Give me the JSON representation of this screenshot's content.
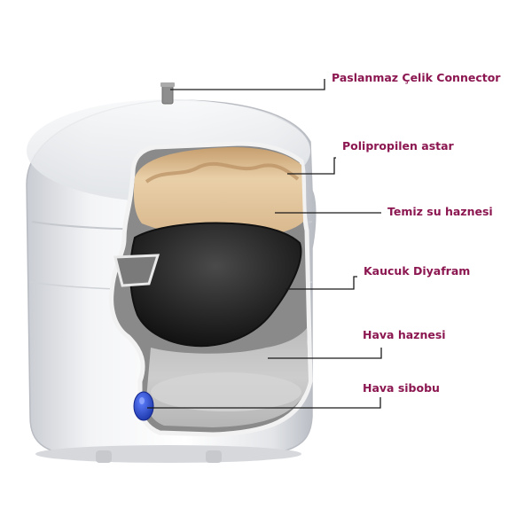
{
  "labels": [
    "Paslanmaz Çelik Connector",
    "Polipropilen astar",
    "Temiz su haznesi",
    "Kaucuk Diyafram",
    "Hava haznesi",
    "Hava sibobu"
  ],
  "colors": {
    "label_text": "#8b1650",
    "leader_line": "#1a1a1a",
    "tank_body": "#eef0f3",
    "liner_tan": "#d7b78f",
    "diaphragm": "#1f1f1f",
    "air_chamber": "#c4c4c4",
    "valve": "#2547c4",
    "connector": "#9a9a9a"
  }
}
